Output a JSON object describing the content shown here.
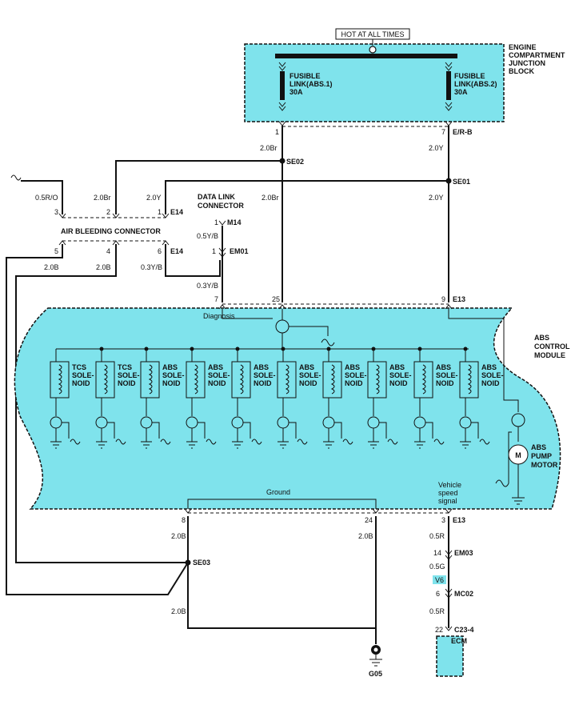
{
  "hot_label": "HOT AT ALL TIMES",
  "junction_block": {
    "title": [
      "ENGINE",
      "COMPARTMENT",
      "JUNCTION",
      "BLOCK"
    ],
    "fuse1": [
      "FUSIBLE",
      "LINK(ABS.1)",
      "30A"
    ],
    "fuse2": [
      "FUSIBLE",
      "LINK(ABS.2)",
      "30A"
    ],
    "pin1": "1",
    "pin7": "7",
    "connector": "E/R-B"
  },
  "wires": {
    "w_2_0Br_top": "2.0Br",
    "w_2_0Y_top": "2.0Y",
    "w_0_5RO": "0.5R/O",
    "w_2_0Br_mid": "2.0Br",
    "w_2_0Y_mid": "2.0Y",
    "w_2_0Br_down": "2.0Br",
    "w_2_0Y_down": "2.0Y",
    "w_0_5YB": "0.5Y/B",
    "w_2_0B_a": "2.0B",
    "w_2_0B_b": "2.0B",
    "w_0_3YB_a": "0.3Y/B",
    "w_0_3YB_b": "0.3Y/B",
    "w_2_0B_c": "2.0B",
    "w_2_0B_d": "2.0B",
    "w_2_0B_e": "2.0B",
    "w_0_5R_a": "0.5R",
    "w_0_5G": "0.5G",
    "w_0_5R_b": "0.5R"
  },
  "splices": {
    "se02": "SE02",
    "se01": "SE01",
    "se03": "SE03"
  },
  "air_bleeding": {
    "label": "AIR BLEEDING CONNECTOR",
    "pins_top": [
      "3",
      "2",
      "1"
    ],
    "pins_bottom": [
      "5",
      "4",
      "6"
    ],
    "conn_top": "E14",
    "conn_bottom": "E14"
  },
  "data_link": {
    "label": [
      "DATA LINK",
      "CONNECTOR"
    ],
    "pin_m14": "1",
    "m14": "M14",
    "pin_em01": "1",
    "em01": "EM01"
  },
  "abs_module": {
    "title": [
      "ABS",
      "CONTROL",
      "MODULE"
    ],
    "pin_top_7": "7",
    "pin_top_25": "25",
    "pin_top_9": "9",
    "conn_top": "E13",
    "diagnosis": "Diagnosis",
    "ground": "Ground",
    "vehicle_speed": [
      "Vehicle",
      "speed",
      "signal"
    ],
    "pin_bot_8": "8",
    "pin_bot_24": "24",
    "pin_bot_3": "3",
    "conn_bot": "E13",
    "solenoids": [
      [
        "TCS",
        "SOLE-",
        "NOID"
      ],
      [
        "TCS",
        "SOLE-",
        "NOID"
      ],
      [
        "ABS",
        "SOLE-",
        "NOID"
      ],
      [
        "ABS",
        "SOLE-",
        "NOID"
      ],
      [
        "ABS",
        "SOLE-",
        "NOID"
      ],
      [
        "ABS",
        "SOLE-",
        "NOID"
      ],
      [
        "ABS",
        "SOLE-",
        "NOID"
      ],
      [
        "ABS",
        "SOLE-",
        "NOID"
      ],
      [
        "ABS",
        "SOLE-",
        "NOID"
      ],
      [
        "ABS",
        "SOLE-",
        "NOID"
      ]
    ],
    "motor_symbol": "M",
    "pump_motor": [
      "ABS",
      "PUMP",
      "MOTOR"
    ]
  },
  "lower": {
    "pin_em03": "14",
    "em03": "EM03",
    "v6": "V6",
    "pin_mc02": "6",
    "mc02": "MC02",
    "pin_ecm": "22",
    "c23": "C23-4",
    "ecm": "ECM",
    "g05": "G05"
  },
  "colors": {
    "component_fill": "#7fe3ec",
    "wire": "#111111",
    "v6_fill": "#7fe3ec"
  }
}
